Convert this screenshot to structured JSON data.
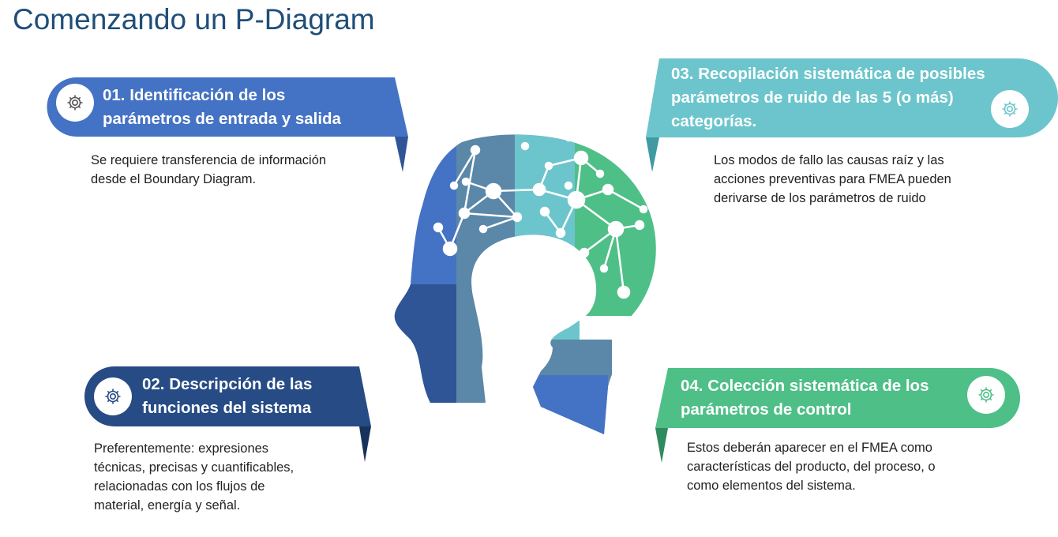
{
  "title": "Comenzando un P-Diagram",
  "steps": [
    {
      "heading": "01. Identificación de los parámetros de entrada y salida",
      "heading_lines": [
        "01. Identificación de los",
        "parámetros de entrada y salida"
      ],
      "body_lines": [
        "Se requiere transferencia de información",
        "desde el Boundary Diagram."
      ],
      "color": "#4472c4",
      "icon": "gear-icon"
    },
    {
      "heading": "02. Descripción de las funciones del sistema",
      "heading_lines": [
        "02. Descripción de las",
        "funciones del sistema"
      ],
      "body_lines": [
        "Preferentemente: expresiones",
        "técnicas, precisas y cuantificables,",
        "relacionadas con los flujos de",
        "material, energía y señal."
      ],
      "color": "#264b85",
      "icon": "gear-icon"
    },
    {
      "heading": "03. Recopilación sistemática de posibles parámetros de ruido de las 5 (o más) categorías.",
      "heading_lines": [
        "03. Recopilación sistemática de posibles",
        "parámetros de ruido de las 5 (o más)",
        "categorías."
      ],
      "body_lines": [
        "Los modos de fallo las causas raíz y las",
        "acciones preventivas para FMEA pueden",
        "derivarse de los parámetros de ruido"
      ],
      "color": "#6cc5cc",
      "icon": "gear-icon"
    },
    {
      "heading": "04. Colección sistemática de los parámetros de control",
      "heading_lines": [
        "04. Colección sistemática de los",
        "parámetros de control"
      ],
      "body_lines": [
        "Estos deberán aparecer en el FMEA como",
        "características del producto, del proceso, o",
        "como elementos del sistema."
      ],
      "color": "#4fbf88",
      "icon": "gear-icon"
    }
  ]
}
